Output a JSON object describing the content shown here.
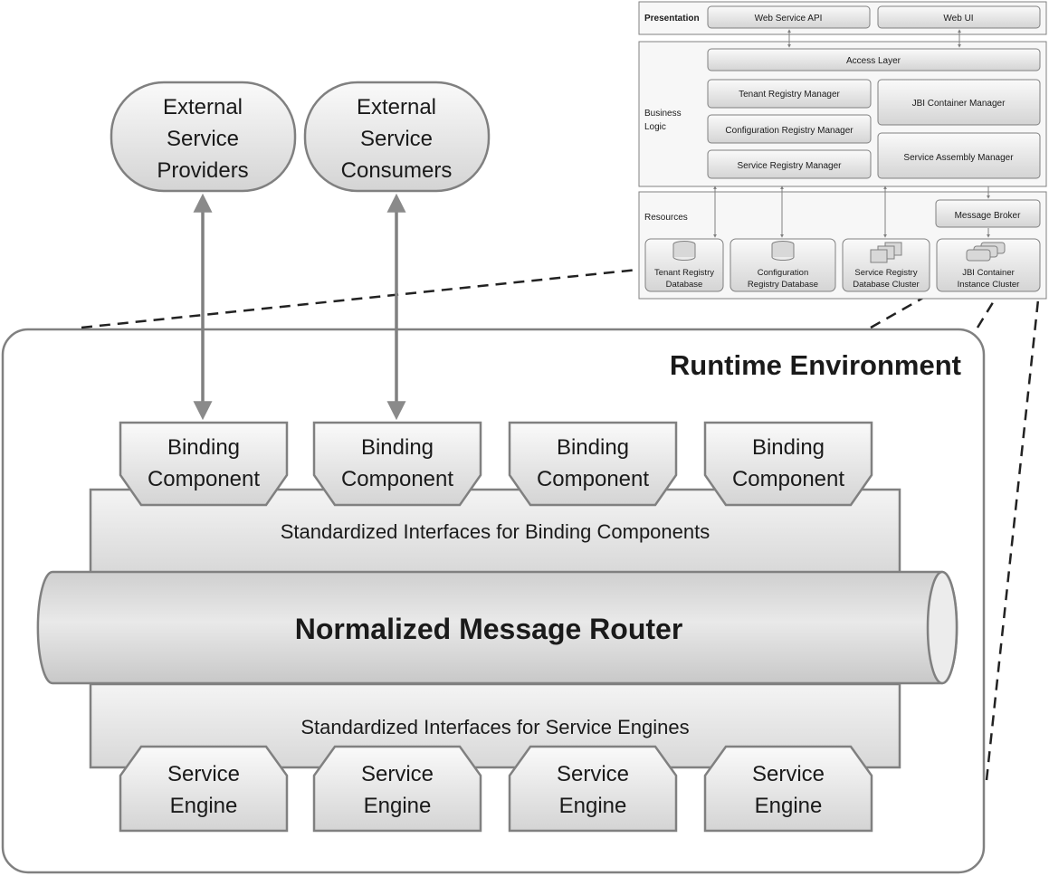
{
  "external": {
    "providers": [
      "External",
      "Service",
      "Providers"
    ],
    "consumers": [
      "External",
      "Service",
      "Consumers"
    ]
  },
  "runtime": {
    "title": "Runtime Environment",
    "binding_components": [
      [
        "Binding",
        "Component"
      ],
      [
        "Binding",
        "Component"
      ],
      [
        "Binding",
        "Component"
      ],
      [
        "Binding",
        "Component"
      ]
    ],
    "bc_interfaces": "Standardized Interfaces for Binding Components",
    "nmr": "Normalized Message Router",
    "se_interfaces": "Standardized Interfaces for Service Engines",
    "service_engines": [
      [
        "Service",
        "Engine"
      ],
      [
        "Service",
        "Engine"
      ],
      [
        "Service",
        "Engine"
      ],
      [
        "Service",
        "Engine"
      ]
    ]
  },
  "architecture": {
    "presentation": {
      "label": "Presentation",
      "items": [
        "Web Service API",
        "Web UI"
      ]
    },
    "business": {
      "label": [
        "Business",
        "Logic"
      ],
      "access_layer": "Access Layer",
      "left_items": [
        "Tenant Registry Manager",
        "Configuration Registry Manager",
        "Service Registry Manager"
      ],
      "right_items": [
        "JBI Container Manager",
        "Service Assembly Manager"
      ]
    },
    "resources": {
      "label": "Resources",
      "message_broker": "Message Broker",
      "stores": [
        [
          "Tenant Registry",
          "Database"
        ],
        [
          "Configuration",
          "Registry Database"
        ],
        [
          "Service Registry",
          "Database Cluster"
        ],
        [
          "JBI Container",
          "Instance Cluster"
        ]
      ]
    }
  }
}
